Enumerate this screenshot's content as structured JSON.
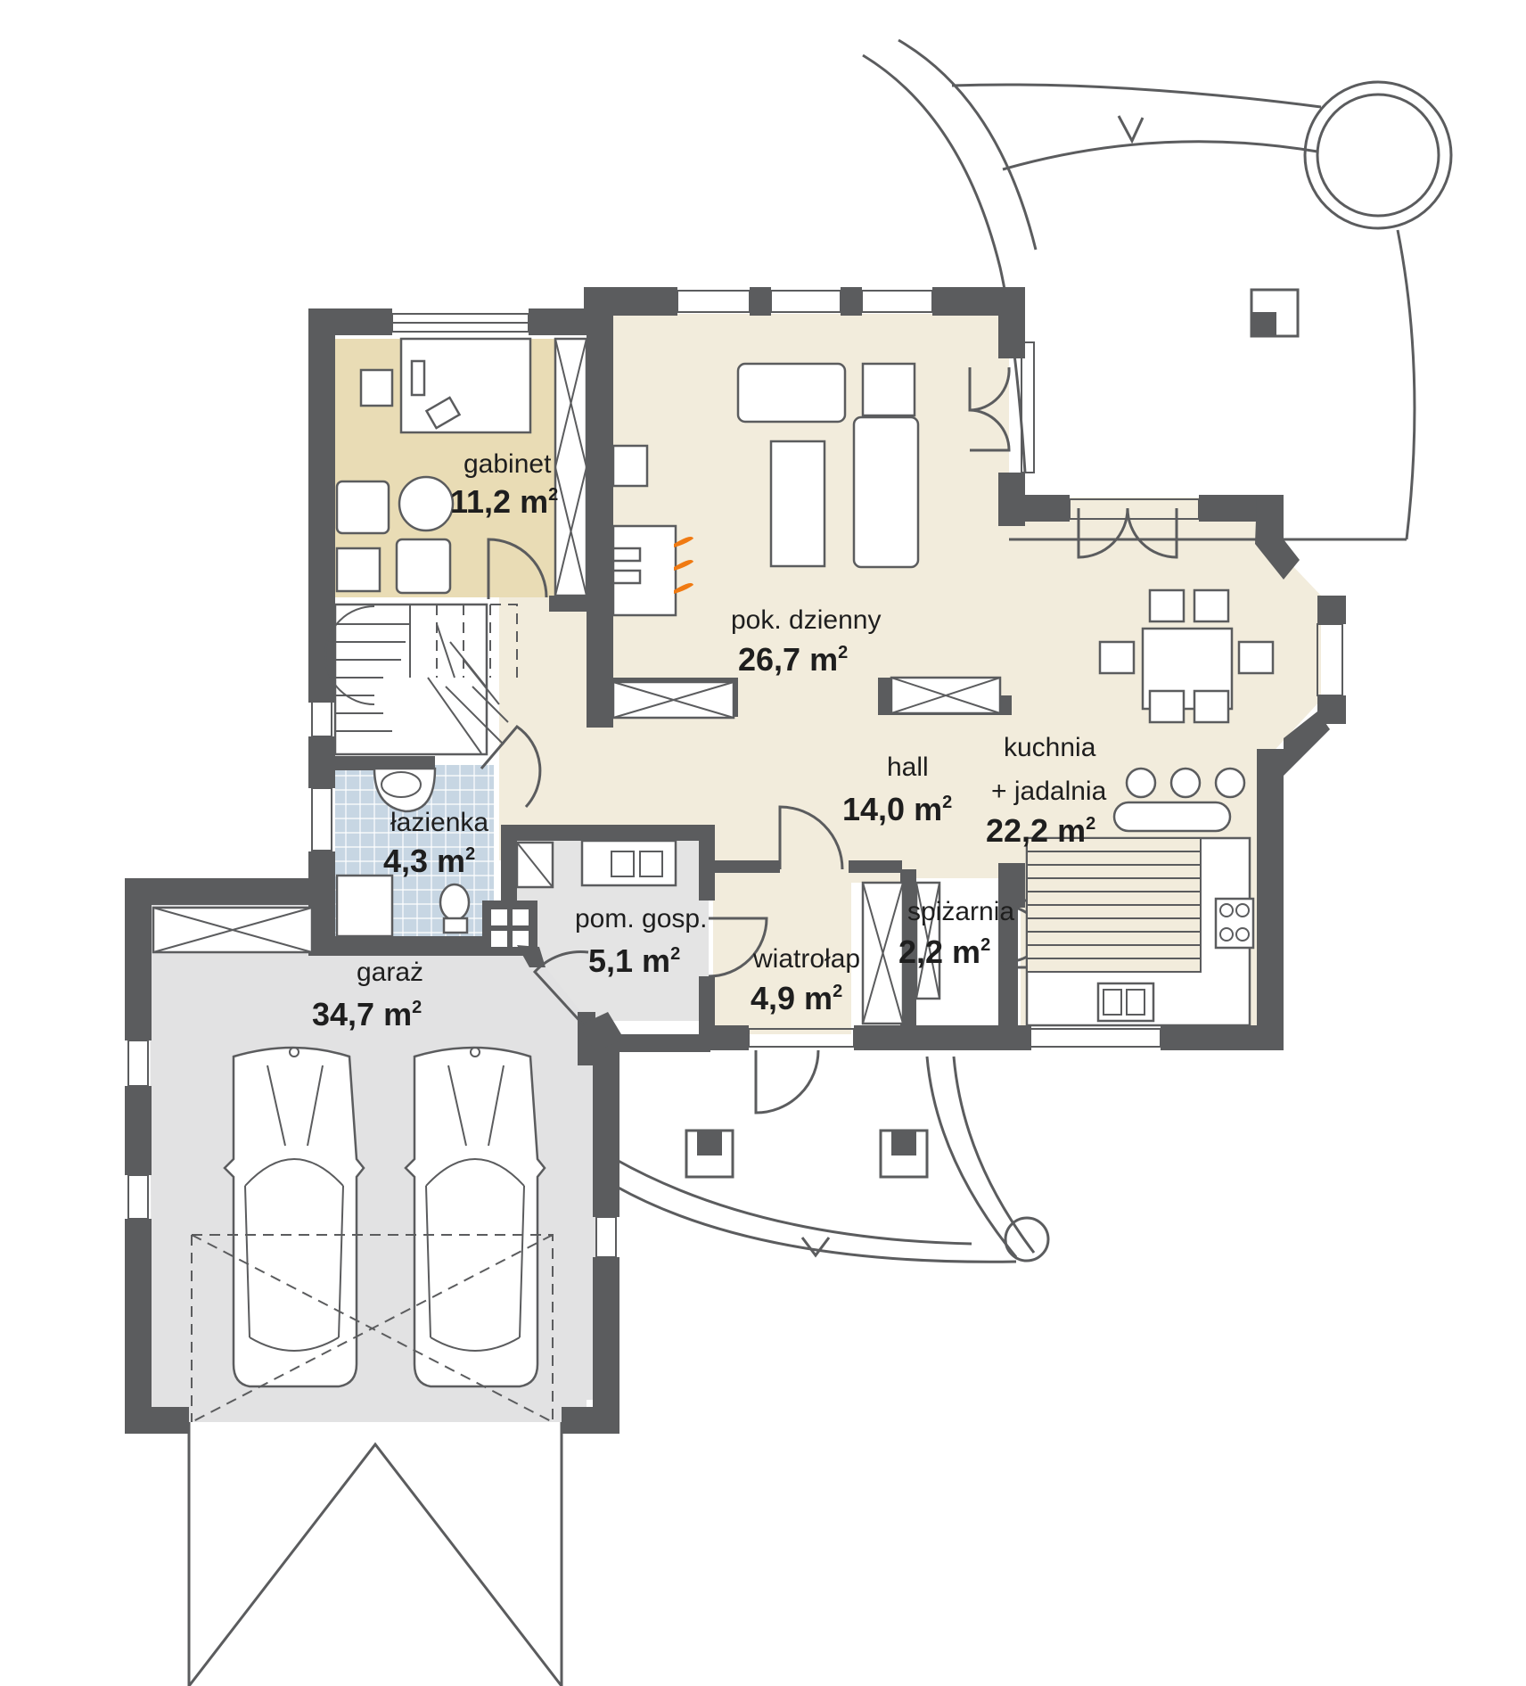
{
  "floorplan": {
    "colors": {
      "wall": "#5b5c5e",
      "living_floor": "#f2ecdc",
      "study_floor": "#e9dcb5",
      "bathroom_tiles": "#c7d6e3",
      "utility_floor": "#e4e4e4",
      "garage_floor": "#e2e2e3",
      "fireplace": "#f07a12"
    },
    "rooms": [
      {
        "id": "gabinet",
        "name": "gabinet",
        "area": "11,2 m",
        "unit_sup": "2"
      },
      {
        "id": "pok-dzienny",
        "name": "pok. dzienny",
        "area": "26,7 m",
        "unit_sup": "2"
      },
      {
        "id": "hall",
        "name": "hall",
        "area": "14,0 m",
        "unit_sup": "2"
      },
      {
        "id": "kuchnia",
        "name": "kuchnia",
        "name2": "+ jadalnia",
        "area": "22,2 m",
        "unit_sup": "2"
      },
      {
        "id": "lazienka",
        "name": "łazienka",
        "area": "4,3 m",
        "unit_sup": "2"
      },
      {
        "id": "pom-gosp",
        "name": "pom. gosp.",
        "area": "5,1 m",
        "unit_sup": "2"
      },
      {
        "id": "wiatrolap",
        "name": "wiatrołap",
        "area": "4,9 m",
        "unit_sup": "2"
      },
      {
        "id": "spizarnia",
        "name": "spiżarnia",
        "area": "2,2 m",
        "unit_sup": "2"
      },
      {
        "id": "garaz",
        "name": "garaż",
        "area": "34,7 m",
        "unit_sup": "2"
      }
    ]
  }
}
